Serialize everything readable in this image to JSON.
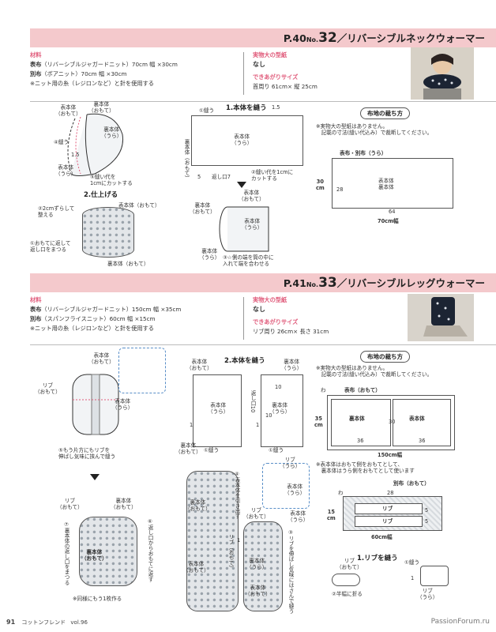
{
  "s1": {
    "title_prefix": "P.40",
    "title_no": "No.",
    "title_num": "32",
    "title_text": "／リバーシブルネックウォーマー",
    "materials_head": "材料",
    "mat1_b": "表布",
    "mat1": "（リバーシブルジャガードニット）70cm 幅 ×30cm",
    "mat2_b": "別布",
    "mat2": "（ボアニット）70cm 幅 ×30cm",
    "mat3": "※ニット用の糸（レジロンなど）と針を使用する",
    "pattern_head": "実物大の型紙",
    "pattern_val": "なし",
    "size_head": "できあがりサイズ",
    "size_val": "首周り 61cm× 縦 25cm",
    "cut_title": "布地の裁ち方",
    "cut_note1": "※実物大の型紙はありません。",
    "cut_note2": "　記載の寸法(縫い代込み）で裁断してください。",
    "cut_label": "表布・別布（うら）",
    "cut_30cm": "30",
    "cut_cm": "cm",
    "cut_28": "28",
    "cut_64": "64",
    "cut_body1": "表本体",
    "cut_body2": "裏本体",
    "cut_width": "70cm幅",
    "step1": "1.本体を縫う",
    "s1_sew": "①縫う",
    "s1_15": "1.5",
    "s1_body": "表本体",
    "s1_body_ura": "（うら）",
    "s1_left_lbl": "裏本体（おもて）",
    "s1_5": "5",
    "s1_return": "返し口7",
    "s1_cut": "②縫い代を1cmに",
    "s1_cut2": "カットする",
    "s1_a1": "表本体",
    "s1_a1b": "（おもて）",
    "s1_a2": "裏本体",
    "s1_a2b": "（おもて）",
    "s1_a3": "表本体",
    "s1_a3b": "（うら）",
    "s1_a4": "裏本体",
    "s1_a4b": "（うら）",
    "s1_step3a": "③☆側の端を筒の中に",
    "s1_step3b": "入れて端を合わせる",
    "l_a1": "表本体",
    "l_a1b": "（おもて）",
    "l_a2": "裏本体",
    "l_a2b": "（おもて）",
    "l_a3": "裏本体",
    "l_a3b": "（うら）",
    "l_a4": "表本体",
    "l_a4b": "（うら）",
    "l_sew": "④縫う",
    "l_15": "1.5",
    "l_step5a": "⑤縫い代を",
    "l_step5b": "1cmにカットする",
    "step2": "2.仕上げる",
    "l_2cm_a": "②2cmずらして",
    "l_2cm_b": "整える",
    "l_turn_a": "①おもてに返して",
    "l_turn_b": "返し口をまつる",
    "l_fin1": "表本体（おもて）",
    "l_fin2": "裏本体（おもて）"
  },
  "s2": {
    "title_prefix": "P.41",
    "title_no": "No.",
    "title_num": "33",
    "title_text": "／リバーシブルレッグウォーマー",
    "materials_head": "材料",
    "mat1_b": "表布",
    "mat1": "（リバーシブルジャガードニット）150cm 幅 ×35cm",
    "mat2_b": "別布",
    "mat2": "（スパンフライスニット）60cm 幅 ×15cm",
    "mat3": "※ニット用の糸（レジロンなど）と針を使用する",
    "pattern_head": "実物大の型紙",
    "pattern_val": "なし",
    "size_head": "できあがりサイズ",
    "size_val": "リブ周り 26cm× 長さ 31cm",
    "cut_title": "布地の裁ち方",
    "cut_note1": "※実物大の型紙はありません。",
    "cut_note2": "　記載の寸法(縫い代込み）で裁断してください。",
    "cut_wa": "わ",
    "cut_label": "表布（おもて）",
    "cut_35": "35",
    "cut_cm": "cm",
    "cut_30": "30",
    "cut_36a": "36",
    "cut_36b": "36",
    "cut_b1": "裏本体",
    "cut_b2": "表本体",
    "cut_width": "150cm幅",
    "cut_note3": "※表本体はおもて側をおもてとして、",
    "cut_note4": "　裏本体はうら側をおもてとして使います",
    "rib_label": "別布（おもて）",
    "rib_wa": "わ",
    "rib_28": "28",
    "rib_15": "15",
    "rib_cm": "cm",
    "rib_r1": "リブ",
    "rib_r2": "リブ",
    "rib_5a": "5",
    "rib_5b": "5",
    "rib_width": "60cm幅",
    "step1": "1.リブを縫う",
    "r_rib": "リブ",
    "r_omote": "（おもて）",
    "r_sew": "①縫う",
    "r_1": "1",
    "r_rib2": "リブ",
    "r_ura": "（うら）",
    "r_fold": "②半幅に折る",
    "step2": "2.本体を縫う",
    "m_a1": "表本体",
    "m_a1b": "（おもて）",
    "m_a2": "裏本体",
    "m_a2b": "（うら）",
    "m_body1": "表本体",
    "m_body1b": "（うら）",
    "m_body2": "裏本体",
    "m_body2b": "（うら）",
    "m_10a": "10",
    "m_10b": "10",
    "m_return": "返し口10",
    "m_1a": "1",
    "m_1b": "1",
    "m_sew1": "①縫う",
    "m_sew2": "①縫う",
    "m_bot1": "裏本体",
    "m_bot1b": "（おもて）",
    "m_step4": "④表本体を引き出す",
    "m_rib1": "リブ",
    "m_rib1b": "（うら）",
    "m_rib2": "リブ",
    "m_rib2b": "（おもて）",
    "m_bb1": "表本体",
    "m_bb1b": "（うら）",
    "m_step3": "③リブを伸ばし気味にはさんで縫う",
    "m_bb2": "表本体",
    "m_bb2b": "（うら）",
    "m_bb3": "裏本体",
    "m_bb3b": "（おもて）",
    "m_bb4": "表本体",
    "m_bb4b": "（おもて）",
    "m_bb5": "裏本体",
    "m_bb5b": "（おもて）",
    "m_rib3": "リブ",
    "m_rib3b": "（おもて）",
    "m_1c": "1",
    "m_omote": "（おもて）",
    "m_bb6": "裏本体",
    "m_bb6b": "（うら）",
    "m_bb7": "表本体",
    "m_bb7b": "（おもて）",
    "m_rib4": "リブ",
    "m_rib5": "（おもて）",
    "l_a1": "表本体",
    "l_a1b": "（おもて）",
    "l_rib": "リブ",
    "l_ribb": "（おもて）",
    "l_ura": "表本体",
    "l_urab": "（うら）",
    "l_step5a": "⑤もう片方にもリブを",
    "l_step5b": "伸ばし気味に挟んで縫う",
    "l_b_rib": "リブ",
    "l_b_ribb": "（おもて）",
    "l_b_body": "裏本体",
    "l_b_bodyb": "（おもて）",
    "l_step6": "⑥返し口からおもてに返す",
    "l_step7": "⑦裏本体の返し口をまつる",
    "l_center": "裏本体",
    "l_centerb": "（おもて）",
    "l_note": "※同様にもう1枚作る"
  },
  "footer": {
    "page": "91",
    "mag": "コットンフレンド",
    "vol": "vol.96",
    "site": "PassionForum.ru"
  },
  "colors": {
    "band": "#f4c9cc",
    "accent": "#e05a7a"
  }
}
